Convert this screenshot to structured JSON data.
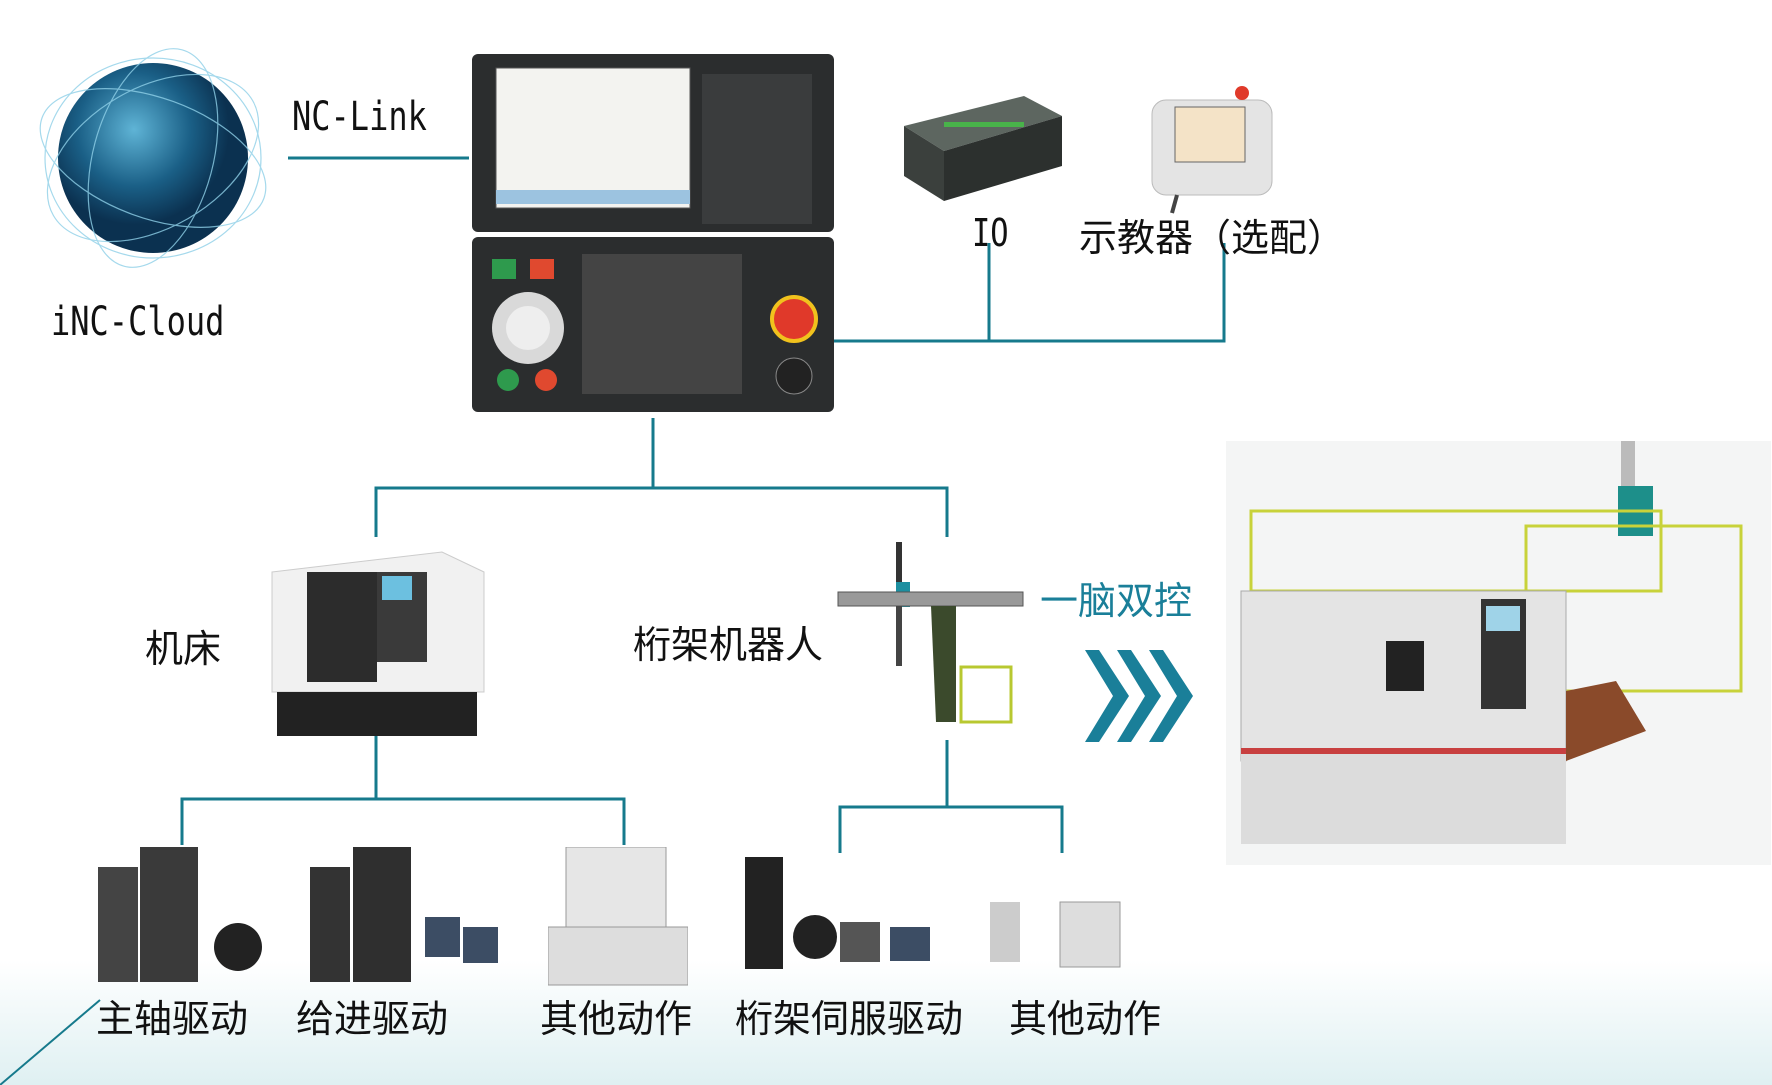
{
  "cloud": {
    "label": "iNC-Cloud",
    "icon": "globe-icon"
  },
  "link": {
    "label": "NC-Link"
  },
  "controller": {
    "icon": "cnc-controller-panel"
  },
  "peripherals": {
    "io_label": "IO",
    "teach_pendant_label": "示教器（选配）"
  },
  "machines": {
    "lathe_label": "机床",
    "gantry_label": "桁架机器人"
  },
  "dual_control": {
    "label": "一脑双控",
    "color": "#1a7f99"
  },
  "lathe_children": [
    {
      "label": "主轴驱动"
    },
    {
      "label": "给进驱动"
    },
    {
      "label": "其他动作"
    }
  ],
  "gantry_children": [
    {
      "label": "桁架伺服驱动"
    },
    {
      "label": "其他动作"
    }
  ],
  "colors": {
    "line": "#167a8c",
    "accent": "#1a7f99"
  }
}
